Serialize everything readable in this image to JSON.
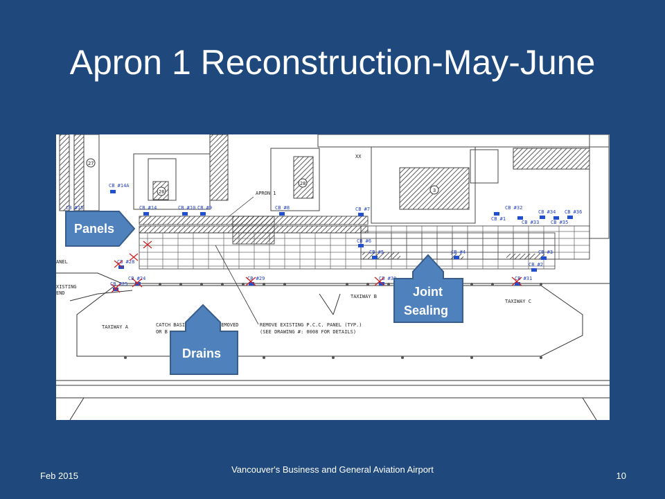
{
  "slide": {
    "title": "Apron 1 Reconstruction-May-June"
  },
  "callouts": {
    "panels": "Panels",
    "drains": "Drains",
    "joint_sealing_line1": "Joint",
    "joint_sealing_line2": "Sealing"
  },
  "plan_labels": {
    "apron": "APRON 1",
    "taxiway_a": "TAXIWAY A",
    "taxiway_b": "TAXIWAY B",
    "taxiway_c": "TAXIWAY C",
    "catch_basins_1": "CATCH BASINS",
    "catch_basins_removed": "REMOVED",
    "catch_basins_2": "OR B",
    "remove_line1": "REMOVE EXISTING P.C.C. PANEL (TYP.)",
    "remove_line2": "(SEE DRAWING #: 0008 FOR DETAILS)",
    "building_27": "27",
    "building_28": "28",
    "building_3": "3",
    "existing_1": "XISTING",
    "existing_2": "END",
    "panel_edge": "ANEL",
    "xx": "XX"
  },
  "catch_basins": [
    "CB #14A",
    "CB #15",
    "CB #14",
    "CB #10",
    "CB #9",
    "CB #8",
    "CB #7",
    "CB #32",
    "CB #1",
    "CB #34",
    "CB #36",
    "CB #33",
    "CB #35",
    "CB #6",
    "CB #5",
    "CB #4",
    "CB #2",
    "CB #3",
    "CB #28",
    "CB #29",
    "CB #30",
    "CB #31",
    "CB #24",
    "CB #25"
  ],
  "footer": {
    "date": "Feb 2015",
    "organization": "Vancouver's Business and General Aviation Airport",
    "page_number": "10"
  },
  "colors": {
    "background": "#1f497d",
    "callout_fill": "#4f81bd",
    "callout_stroke": "#385d8a",
    "cb_marker": "#2050d0"
  }
}
